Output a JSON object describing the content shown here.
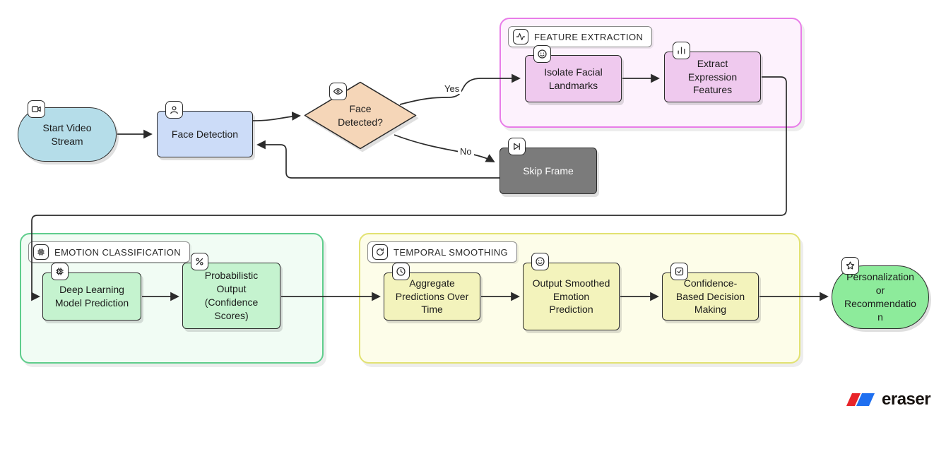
{
  "diagram": {
    "nodes": {
      "start": {
        "label": "Start Video Stream",
        "icon": "video-icon"
      },
      "face_detection": {
        "label": "Face Detection",
        "icon": "user-icon"
      },
      "face_detected": {
        "label": "Face Detected?",
        "icon": "eye-icon"
      },
      "skip_frame": {
        "label": "Skip Frame",
        "icon": "skip-forward-icon"
      },
      "isolate_landmarks": {
        "label": "Isolate Facial Landmarks",
        "icon": "smiley-icon"
      },
      "extract_features": {
        "label": "Extract Expression Features",
        "icon": "bar-chart-icon"
      },
      "deep_learning": {
        "label": "Deep Learning Model Prediction",
        "icon": "cpu-icon"
      },
      "probabilistic_output": {
        "label": "Probabilistic Output (Confidence Scores)",
        "icon": "percent-icon"
      },
      "aggregate_predictions": {
        "label": "Aggregate Predictions Over Time",
        "icon": "clock-icon"
      },
      "smoothed_prediction": {
        "label": "Output Smoothed Emotion Prediction",
        "icon": "smiley-icon"
      },
      "confidence_decision": {
        "label": "Confidence-Based Decision Making",
        "icon": "check-square-icon"
      },
      "personalization": {
        "label": "Personalization or Recommendation",
        "icon": "star-icon"
      }
    },
    "groups": {
      "feature_extraction": {
        "title": "FEATURE EXTRACTION",
        "icon": "activity-icon",
        "border_color": "#e87de8"
      },
      "emotion_classification": {
        "title": "EMOTION CLASSIFICATION",
        "icon": "cpu-icon",
        "border_color": "#5fcd8c"
      },
      "temporal_smoothing": {
        "title": "TEMPORAL SMOOTHING",
        "icon": "refresh-icon",
        "border_color": "#e2e272"
      }
    },
    "edge_labels": {
      "yes": "Yes",
      "no": "No"
    },
    "colors": {
      "start_fill": "#b5dde9",
      "face_detection_fill": "#ccdcf8",
      "decision_fill": "#f5d6b8",
      "skip_frame_fill": "#7b7b7b",
      "feature_box_fill": "#efc9ee",
      "emotion_box_fill": "#c5f3cf",
      "temporal_box_fill": "#f3f3bc",
      "personalization_fill": "#8deb9b",
      "edge_stroke": "#2b2b2b"
    }
  },
  "branding": {
    "logo_text": "eraser",
    "logo_red": "#e8242a",
    "logo_blue": "#1f6ff0"
  }
}
